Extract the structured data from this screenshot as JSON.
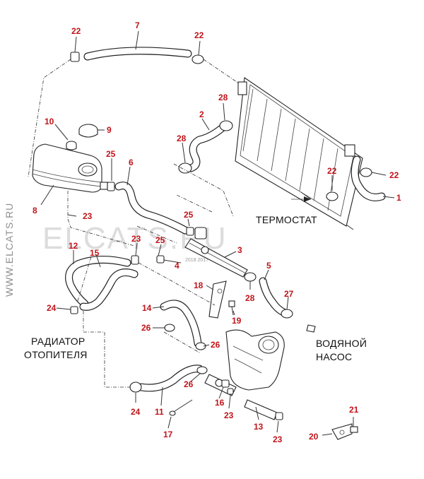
{
  "watermark": "ELCATS.RU",
  "side_watermark": "WWW.ELCATS.RU",
  "stamp": "2018 2017",
  "labels": {
    "thermostat": "ТЕРМОСТАТ",
    "water_pump_line1": "ВОДЯНОЙ",
    "water_pump_line2": "НАСОС",
    "heater_line1": "РАДИАТОР",
    "heater_line2": "ОТОПИТЕЛЯ"
  },
  "callouts": [
    "22",
    "7",
    "22",
    "28",
    "2",
    "10",
    "9",
    "28",
    "25",
    "6",
    "22",
    "22",
    "1",
    "8",
    "23",
    "25",
    "23",
    "25",
    "12",
    "15",
    "3",
    "4",
    "5",
    "18",
    "27",
    "28",
    "24",
    "14",
    "19",
    "26",
    "26",
    "26",
    "24",
    "11",
    "16",
    "23",
    "17",
    "13",
    "23",
    "21",
    "20"
  ],
  "colors": {
    "callout": "#c0141a",
    "line": "#222222",
    "watermark": "#dcdcdc"
  }
}
